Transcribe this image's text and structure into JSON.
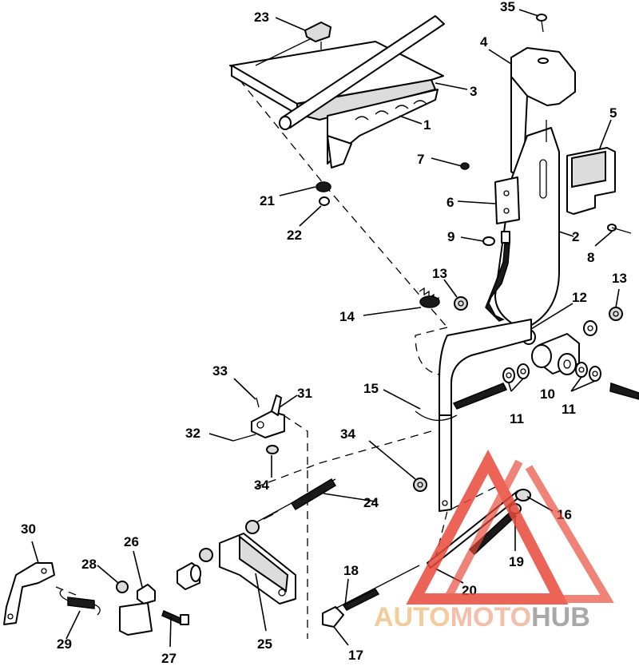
{
  "diagram": {
    "callouts": [
      {
        "id": "c1",
        "text": "1"
      },
      {
        "id": "c2",
        "text": "2"
      },
      {
        "id": "c3",
        "text": "3"
      },
      {
        "id": "c4",
        "text": "4"
      },
      {
        "id": "c5",
        "text": "5"
      },
      {
        "id": "c6",
        "text": "6"
      },
      {
        "id": "c7",
        "text": "7"
      },
      {
        "id": "c8",
        "text": "8"
      },
      {
        "id": "c9",
        "text": "9"
      },
      {
        "id": "c10",
        "text": "10"
      },
      {
        "id": "c11a",
        "text": "11"
      },
      {
        "id": "c11b",
        "text": "11"
      },
      {
        "id": "c12",
        "text": "12"
      },
      {
        "id": "c13a",
        "text": "13"
      },
      {
        "id": "c13b",
        "text": "13"
      },
      {
        "id": "c14",
        "text": "14"
      },
      {
        "id": "c15",
        "text": "15"
      },
      {
        "id": "c16",
        "text": "16"
      },
      {
        "id": "c17",
        "text": "17"
      },
      {
        "id": "c18",
        "text": "18"
      },
      {
        "id": "c19",
        "text": "19"
      },
      {
        "id": "c20",
        "text": "20"
      },
      {
        "id": "c21",
        "text": "21"
      },
      {
        "id": "c22",
        "text": "22"
      },
      {
        "id": "c23",
        "text": "23"
      },
      {
        "id": "c24",
        "text": "24"
      },
      {
        "id": "c25",
        "text": "25"
      },
      {
        "id": "c26",
        "text": "26"
      },
      {
        "id": "c27",
        "text": "27"
      },
      {
        "id": "c28",
        "text": "28"
      },
      {
        "id": "c29",
        "text": "29"
      },
      {
        "id": "c30",
        "text": "30"
      },
      {
        "id": "c31",
        "text": "31"
      },
      {
        "id": "c32",
        "text": "32"
      },
      {
        "id": "c33",
        "text": "33"
      },
      {
        "id": "c34a",
        "text": "34"
      },
      {
        "id": "c34b",
        "text": "34"
      },
      {
        "id": "c35",
        "text": "35"
      }
    ]
  },
  "watermark": {
    "part1": "AUTO",
    "part2": "MOTO",
    "part3": "HUB",
    "colors": {
      "auto": "#f2c48a",
      "moto": "#f2b49c",
      "hub": "#9a9a9a",
      "triangle": "#e84a3a"
    }
  }
}
